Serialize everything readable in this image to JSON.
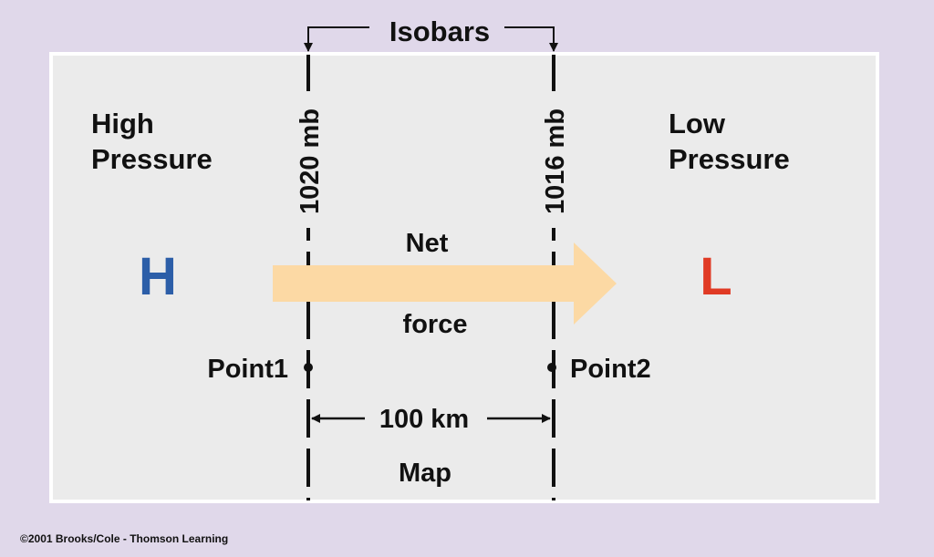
{
  "labels": {
    "isobars": "Isobars",
    "high_line1": "High",
    "high_line2": "Pressure",
    "low_line1": "Low",
    "low_line2": "Pressure",
    "high_symbol": "H",
    "low_symbol": "L",
    "isobar_left": "1020 mb",
    "isobar_right": "1016 mb",
    "net": "Net",
    "force": "force",
    "point1": "Point1",
    "point2": "Point2",
    "distance": "100 km",
    "map": "Map"
  },
  "colors": {
    "background": "#e0d8ea",
    "panel": "#ebebeb",
    "panel_border": "#ffffff",
    "arrow": "#fcd9a4",
    "high": "#2c5ea8",
    "low": "#e03a24",
    "ink": "#111111"
  },
  "footer": {
    "copyright": "©2001 Brooks/Cole - Thomson Learning"
  }
}
